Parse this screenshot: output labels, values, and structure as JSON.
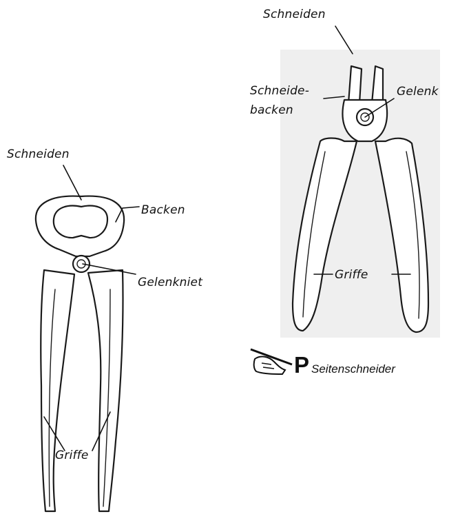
{
  "left_tool": {
    "labels": {
      "cutting_edges": "Schneiden",
      "jaws": "Backen",
      "joint_rivet": "Gelenkniet",
      "handles": "Griffe"
    }
  },
  "right_tool": {
    "labels": {
      "cutting_edges": "Schneiden",
      "cutting_jaws_line1": "Schneide-",
      "cutting_jaws_line2": "backen",
      "joint": "Gelenk",
      "handles": "Griffe"
    }
  },
  "caption": {
    "icon": "pencil-hand-icon",
    "letter": "P",
    "text": "Seitenschneider"
  }
}
